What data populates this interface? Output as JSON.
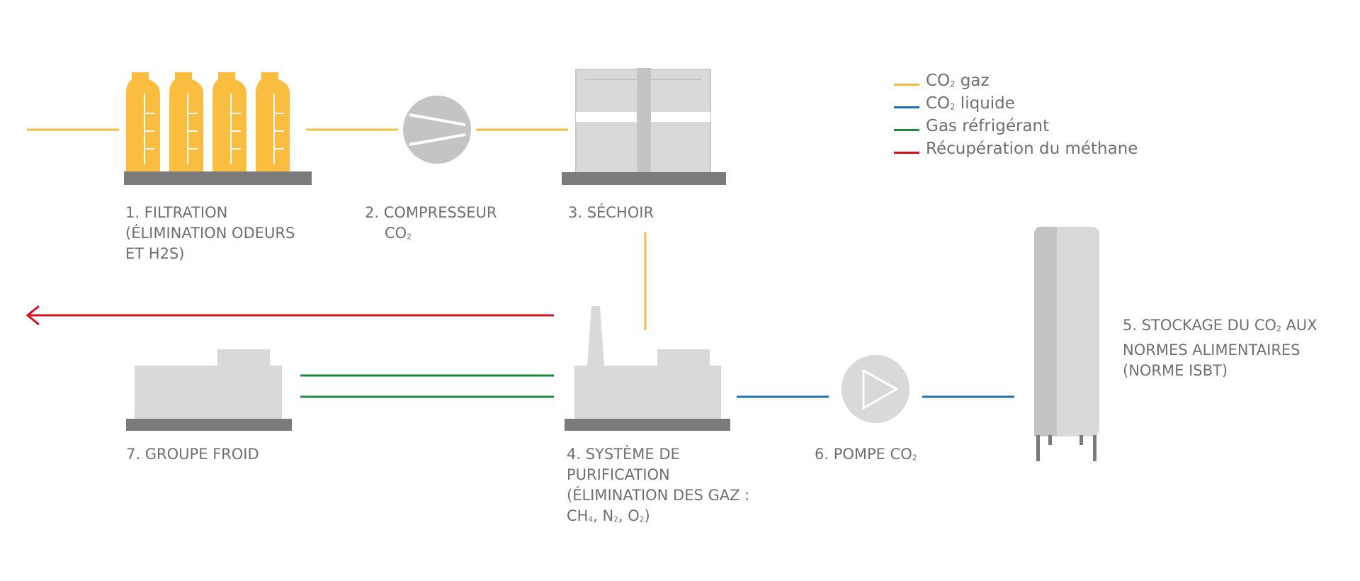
{
  "colors": {
    "co2_gas": "#f5bc3b",
    "co2_liquid": "#1f6fb2",
    "refrigerant": "#1e8a3c",
    "methane": "#d0101f",
    "equipment": "#d9d9d9",
    "equipment_dark": "#c4c4c4",
    "base": "#7b7b7b",
    "filter": "#fbbd40",
    "text": "#6f6f6f"
  },
  "icons": {
    "filtration": "filter-cylinders-icon",
    "compressor": "compressor-icon",
    "dryer": "dryer-icon",
    "purification": "purification-unit-icon",
    "pump": "pump-play-icon",
    "storage": "storage-tank-icon",
    "chiller": "chiller-unit-icon"
  },
  "legend": [
    {
      "key": "co2_gas",
      "pre": "CO",
      "sub": "2",
      "post": " gaz"
    },
    {
      "key": "co2_liquid",
      "pre": "CO",
      "sub": "2",
      "post": " liquide"
    },
    {
      "key": "refrigerant",
      "pre": "Gas réfrigérant",
      "sub": "",
      "post": ""
    },
    {
      "key": "methane",
      "pre": "Récupération du méthane",
      "sub": "",
      "post": ""
    }
  ],
  "labels": {
    "filtration": {
      "line1": "1. FILTRATION",
      "line2": "(ÉLIMINATION ODEURS",
      "line3": "ET H2S)"
    },
    "compressor": {
      "line1": "2. COMPRESSEUR",
      "line2_pre": "CO",
      "line2_sub": "2"
    },
    "dryer": {
      "line1": "3. SÉCHOIR"
    },
    "purification": {
      "line1": "4. SYSTÈME DE",
      "line2": "PURIFICATION",
      "line3": "(ÉLIMINATION DES GAZ :",
      "line4_a": "CH",
      "line4_a_sub": "4",
      "line4_b": ", N",
      "line4_b_sub": "2",
      "line4_c": ", O",
      "line4_c_sub": "2",
      "line4_d": ")"
    },
    "storage": {
      "line1_pre": "5. STOCKAGE DU CO",
      "line1_sub": "2",
      "line1_post": " AUX",
      "line2": "NORMES ALIMENTAIRES",
      "line3": "(NORME ISBT)"
    },
    "pump": {
      "line1_pre": "6. POMPE CO",
      "line1_sub": "2"
    },
    "chiller": {
      "line1": "7. GROUPE FROID"
    }
  }
}
